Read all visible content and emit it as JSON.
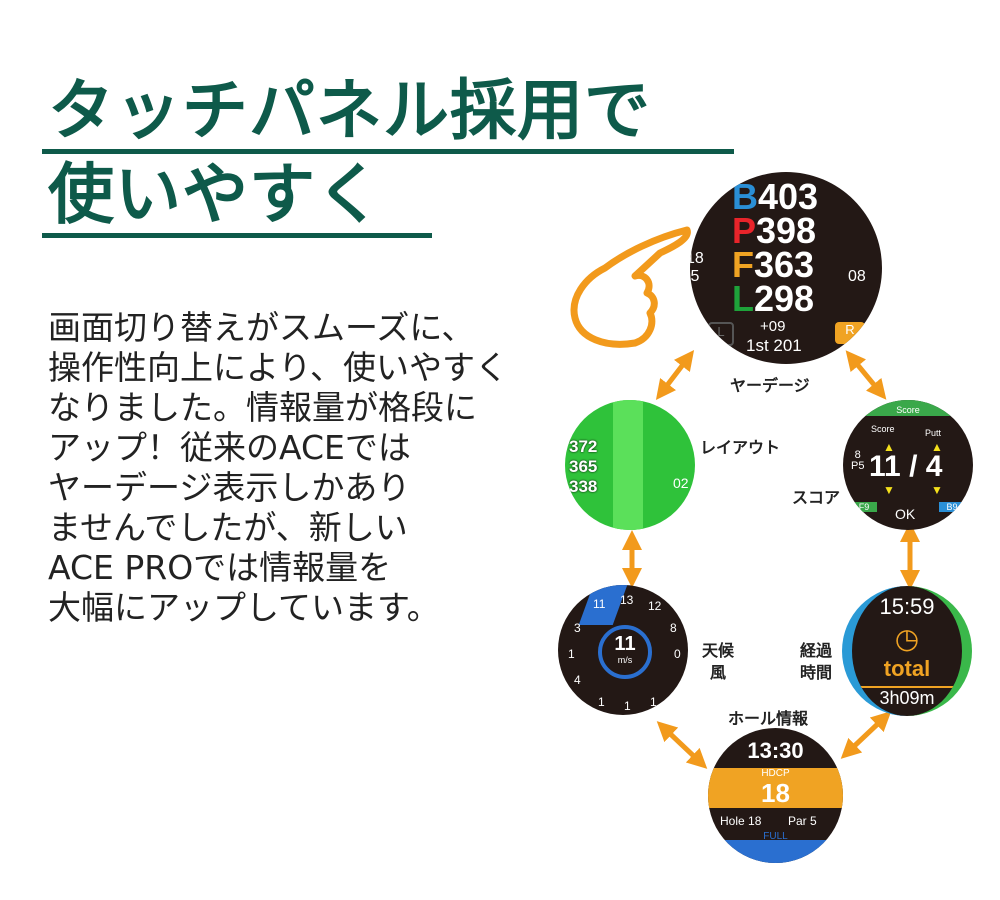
{
  "headline": {
    "line1": "タッチパネル採用で",
    "line2": "使いやすく"
  },
  "body_lines": [
    "画面切り替えがスムーズに、",
    "操作性向上により、使いやすく",
    "なりました。情報量が格段に",
    "アップ！従来のACEでは",
    "ヤーデージ表示しかあり",
    "ませんでしたが、新しい",
    "ACE PROでは情報量を",
    "大幅にアップしています。"
  ],
  "colors": {
    "title": "#0e5a4a",
    "arrow": "#f29a1c",
    "watch_bg": "#231815"
  },
  "screens": {
    "yardage": {
      "label": "ヤーデージ",
      "B": "403",
      "P": "398",
      "F": "363",
      "L": "298",
      "b": "B",
      "p": "P",
      "f": "F",
      "l": "L",
      "hole": "18",
      "par": "5",
      "right_num": "08",
      "elev": "+09",
      "shot": "1st 201",
      "l_btn": "L",
      "r_btn": "R"
    },
    "layout": {
      "label": "レイアウト",
      "d1": "372",
      "d2": "365",
      "d3": "338",
      "right_num": "02"
    },
    "score": {
      "label": "スコア",
      "header": "Score",
      "score_label": "Score",
      "putt_label": "Putt",
      "hole": "8",
      "par": "P5",
      "score": "11",
      "sep": "/",
      "putt": "4",
      "f9": "F9",
      "b9": "B9",
      "ok": "OK"
    },
    "wind": {
      "label_line1": "天候",
      "label_line2": "風",
      "speed": "11",
      "unit": "m/s",
      "ring": [
        "11",
        "13",
        "12",
        "8",
        "0",
        "1",
        "1",
        "1",
        "4",
        "1",
        "3"
      ]
    },
    "elapsed": {
      "label_line1": "経過",
      "label_line2": "時間",
      "clock": "15:59",
      "total": "total",
      "duration": "3h09m"
    },
    "hole_info": {
      "label": "ホール情報",
      "clock": "13:30",
      "hdcp_label": "HDCP",
      "hdcp": "18",
      "hole": "Hole 18",
      "par": "Par 5",
      "battery": "FULL"
    }
  }
}
